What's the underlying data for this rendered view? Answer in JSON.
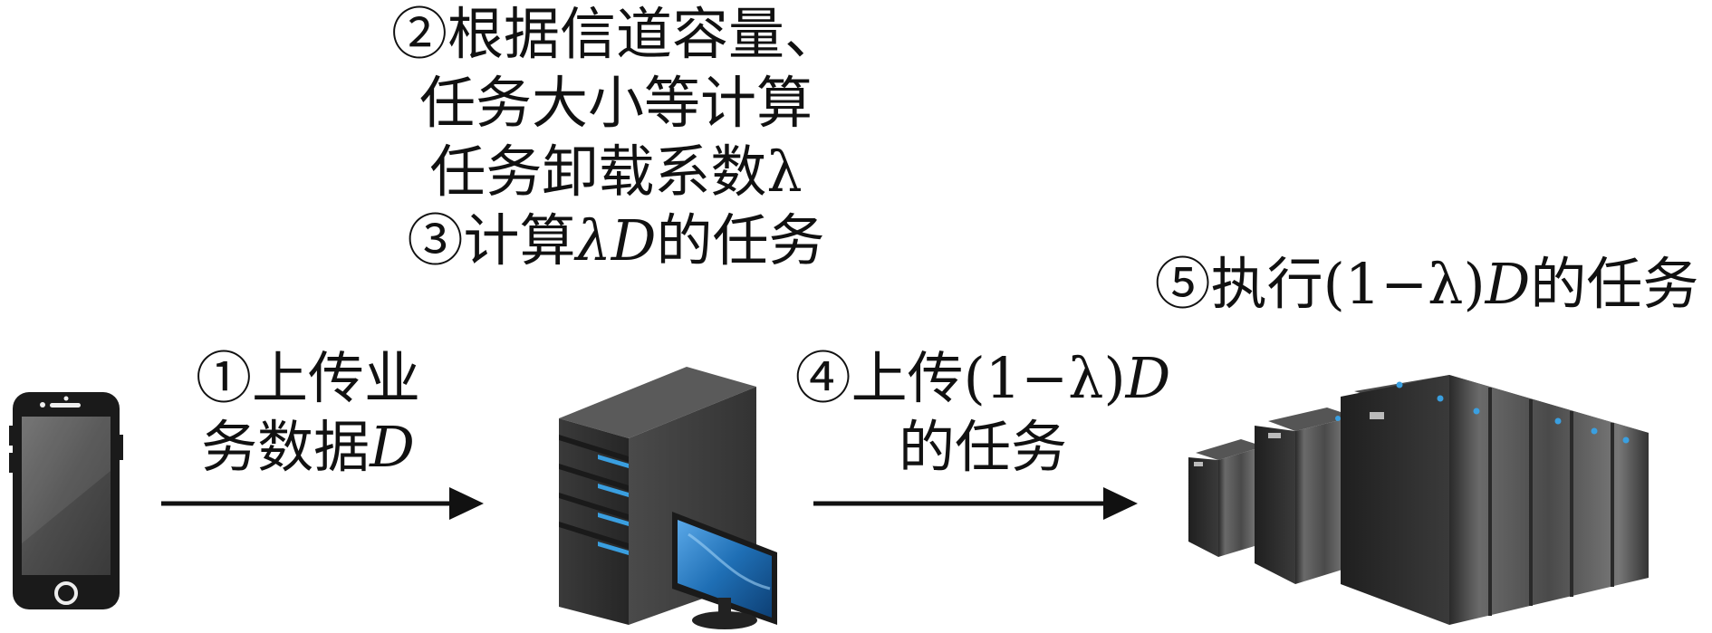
{
  "step2": {
    "lines": [
      "②根据信道容量、",
      "任务大小等计算",
      "任务卸载系数λ"
    ]
  },
  "step3": {
    "prefix": "③计算",
    "math_lambda": "λ",
    "math_d": "D",
    "suffix": "的任务"
  },
  "step1": {
    "line1": "①上传业",
    "line2_text": "务数据",
    "line2_math": "D"
  },
  "step4": {
    "line1_text": "④上传(1−λ)",
    "line1_math": "D",
    "line2": "的任务"
  },
  "step5": {
    "prefix": "⑤执行(1−λ)",
    "math": "D",
    "suffix": "的任务"
  },
  "colors": {
    "arrow": "#111111",
    "phone_body": "#1a1a1a",
    "phone_screen": "#555555",
    "server_dark": "#2a2a2a",
    "server_led": "#3a9fe0",
    "monitor_screen": "#1f6fb5",
    "datacenter_panel": "#555555"
  },
  "icons": [
    "smartphone-icon",
    "edge-server-icon",
    "monitor-icon",
    "datacenter-icon"
  ]
}
